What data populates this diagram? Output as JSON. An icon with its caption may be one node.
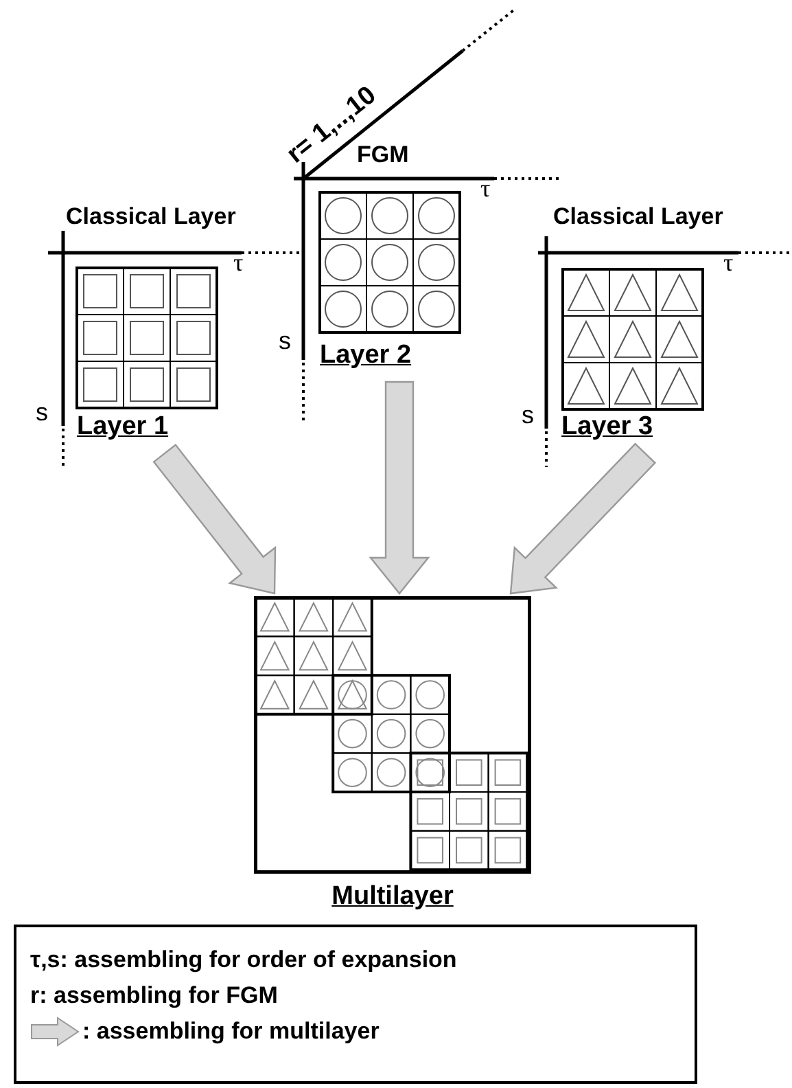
{
  "diagram": {
    "nodes": [
      {
        "text": [
          "Classical Layer",
          "Layer 1"
        ]
      },
      {
        "text": [
          "FGM",
          "Layer 2"
        ]
      },
      {
        "text": [
          "Classical Layer",
          "Layer 3"
        ]
      },
      {
        "text": [
          "Multilayer"
        ]
      }
    ],
    "edges": [
      {
        "from": 0,
        "to": 3,
        "arrow": "to"
      },
      {
        "from": 1,
        "to": 3,
        "arrow": "to"
      },
      {
        "from": 2,
        "to": 3,
        "arrow": "to"
      }
    ],
    "labels": [
      "r= 1,..,10",
      "τ",
      "τ",
      "τ",
      "s",
      "s",
      "s"
    ],
    "legend": [
      {
        "text": "τ,s: assembling for order of expansion"
      },
      {
        "text": "r: assembling for FGM"
      },
      {
        "text": ": assembling for multilayer"
      }
    ]
  }
}
